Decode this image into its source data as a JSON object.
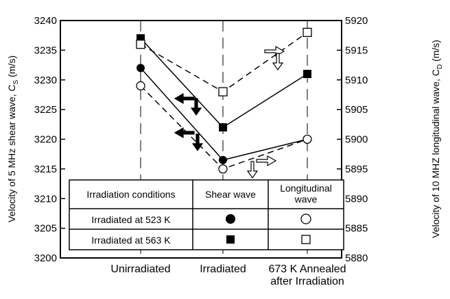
{
  "chart_data": {
    "type": "line",
    "categories": [
      "Unirradiated",
      "Irradiated",
      "673 K Annealed after Irradiation"
    ],
    "ylabel_left": "Velocity of 5 MHz shear wave, C",
    "ylabel_left_sub": "S",
    "ylabel_left_unit": " (m/s)",
    "ylabel_right": "Velocity of 10 MHZ longitudinal wave, C",
    "ylabel_right_sub": "D",
    "ylabel_right_unit": " (m/s)",
    "ylim_left": [
      3200,
      3240
    ],
    "ylim_right": [
      5880,
      5920
    ],
    "yticks_left": [
      3200,
      3205,
      3210,
      3215,
      3220,
      3225,
      3230,
      3235,
      3240
    ],
    "yticks_right": [
      5880,
      5885,
      5890,
      5895,
      5900,
      5905,
      5910,
      5915,
      5920
    ],
    "series": [
      {
        "axis": "left",
        "marker": "filled-circle",
        "line": "solid",
        "values": [
          3232,
          3216.5,
          3220
        ]
      },
      {
        "axis": "left",
        "marker": "filled-square",
        "line": "solid",
        "values": [
          3237,
          3222,
          3231
        ]
      },
      {
        "axis": "right",
        "marker": "open-circle",
        "line": "dashed",
        "values": [
          5909,
          5895,
          5900
        ]
      },
      {
        "axis": "right",
        "marker": "open-square",
        "line": "dashed",
        "values": [
          5916,
          5908,
          5918
        ]
      }
    ],
    "legend": {
      "headers": [
        "Irradiation conditions",
        "Shear wave",
        "Longitudinal wave"
      ],
      "rows": [
        {
          "label": "Irradiated at 523 K",
          "shear": "filled-circle",
          "longitudinal": "open-circle"
        },
        {
          "label": "Irradiated at 563 K",
          "shear": "filled-square",
          "longitudinal": "open-square"
        }
      ],
      "placement": "bottom-left"
    }
  }
}
